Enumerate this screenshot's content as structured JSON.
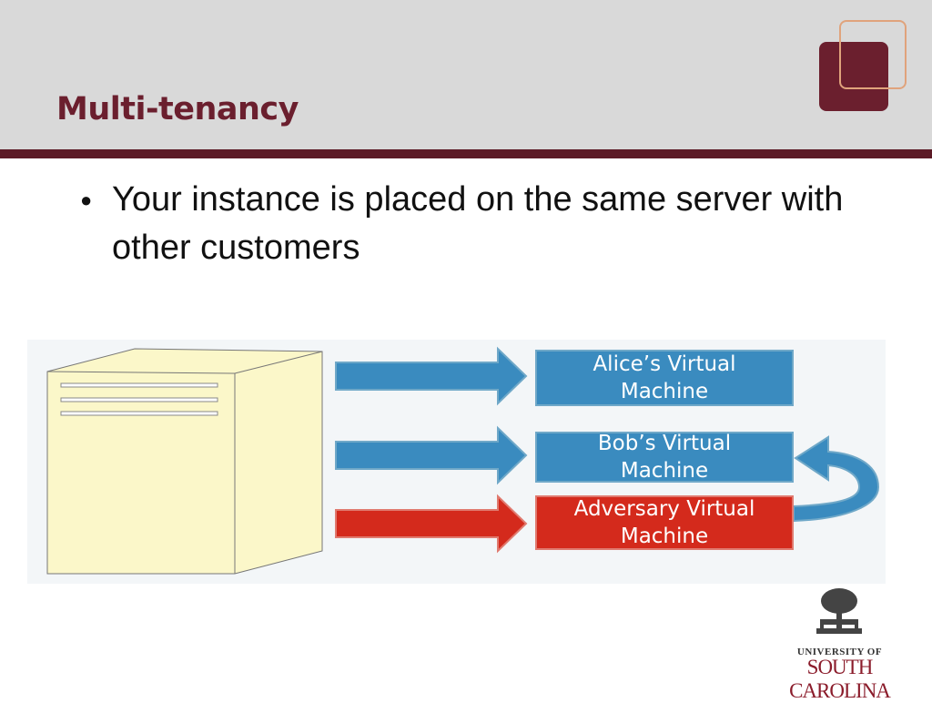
{
  "slide": {
    "title": "Multi-tenancy",
    "bullets": [
      "Your instance is placed on the same server with other customers"
    ]
  },
  "diagram": {
    "vms": [
      {
        "label_line1": "Alice’s Virtual",
        "label_line2": "Machine",
        "color": "#3a8bbf"
      },
      {
        "label_line1": "Bob’s Virtual",
        "label_line2": "Machine",
        "color": "#3a8bbf"
      },
      {
        "label_line1": "Adversary Virtual",
        "label_line2": "Machine",
        "color": "#d42a1c"
      }
    ],
    "server_color": "#fbf7c9",
    "arrow_colors": {
      "normal": "#3a8bbf",
      "adversary": "#d42a1c"
    }
  },
  "logo": {
    "line1": "UNIVERSITY OF",
    "line2": "SOUTH CAROLINA"
  },
  "colors": {
    "header_bg": "#d9d9d9",
    "accent": "#6b1f2e",
    "bar": "#5c1a26"
  }
}
